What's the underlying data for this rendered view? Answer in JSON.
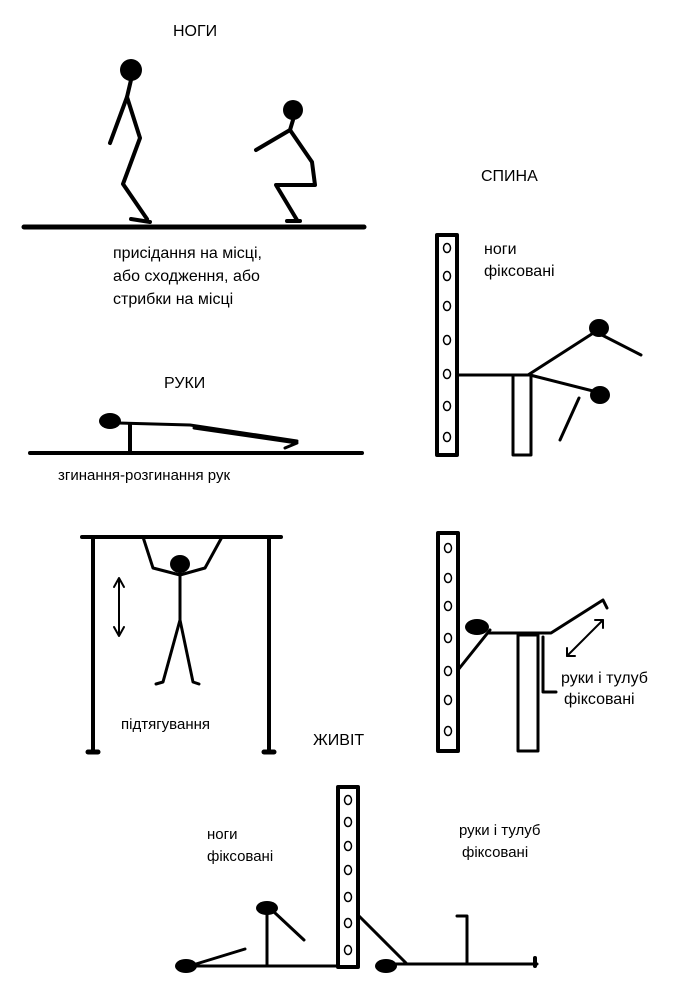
{
  "sections": {
    "legs": {
      "heading": "НОГИ",
      "caption_lines": [
        "присідання на місці,",
        "або сходження, або",
        "стрибки на місці"
      ]
    },
    "arms": {
      "heading": "РУКИ",
      "caption": "згинання-розгинання рук",
      "pullup_caption": "підтягування"
    },
    "back": {
      "heading": "СПИНА",
      "legs_fixed_lines": [
        "ноги",
        "фіксовані"
      ],
      "arms_torso_fixed_lines": [
        "руки і тулуб",
        "фіксовані"
      ]
    },
    "belly": {
      "heading": "ЖИВІТ",
      "legs_fixed_lines": [
        "ноги",
        "фіксовані"
      ],
      "arms_torso_fixed_lines": [
        "руки і тулуб",
        "фіксовані"
      ]
    }
  },
  "colors": {
    "ink": "#000000",
    "paper": "#ffffff"
  }
}
